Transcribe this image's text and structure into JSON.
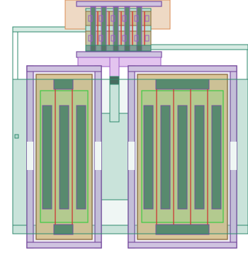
{
  "layout": {
    "view": "ic-layout",
    "colors": {
      "background": "#ffffff",
      "diffusion": "#2f8a6e",
      "diffusion_fill": "#bfe0d5",
      "well": "#4c9a7c",
      "poly": "#c7a86a",
      "poly_fill": "#d9c699",
      "active_green": "#3fd040",
      "metal1": "#7a4fa0",
      "metal1_fill": "#cfc3e0",
      "metal2": "#8a55a8",
      "red_wire": "#d9302f",
      "dark_fill": "#4a6a5e",
      "gate": "#5c8a6e",
      "contact": "#9b5cc6",
      "pink_fill": "#d9b4c6",
      "peach_fill": "#eed9c4",
      "peach_border": "#d98a52",
      "light_purple": "#e3c4ef"
    },
    "structures": [
      {
        "name": "top-cell",
        "kind": "transistor-array"
      },
      {
        "name": "left-transistor-block",
        "kind": "multi-finger-mosfet",
        "fingers": 3
      },
      {
        "name": "right-transistor-block",
        "kind": "multi-finger-mosfet",
        "fingers": 5
      },
      {
        "name": "center-tap",
        "kind": "via-stack"
      }
    ]
  }
}
